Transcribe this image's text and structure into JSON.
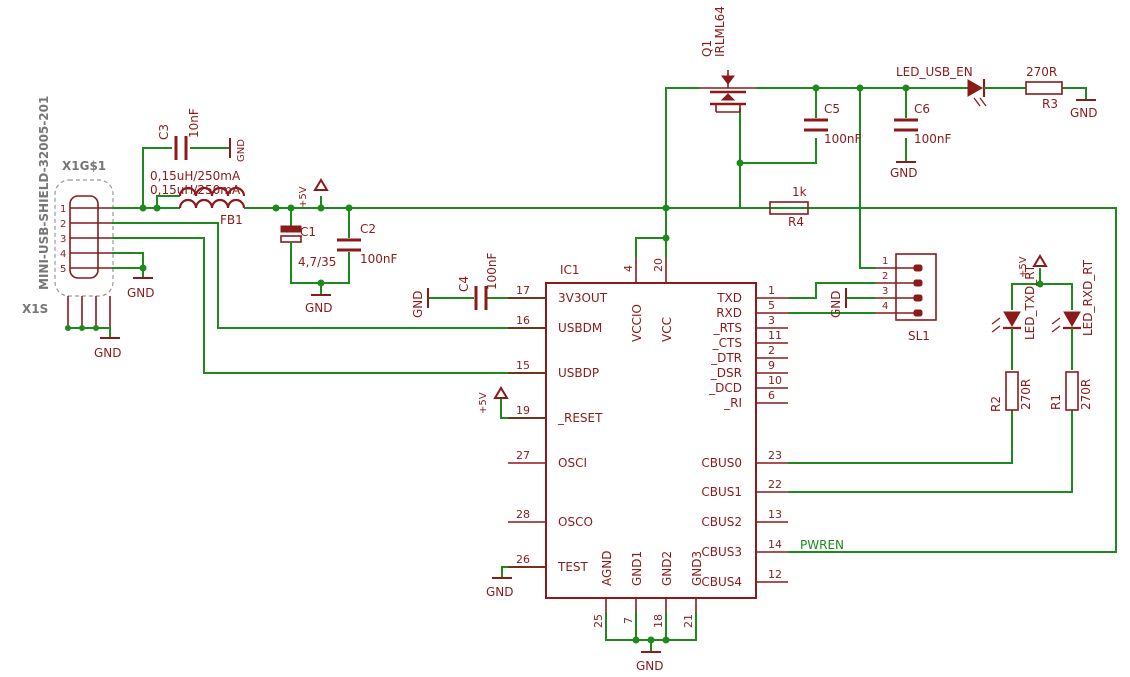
{
  "connector": {
    "name": "X1G$1",
    "part": "MINI-USB-SHIELD-32005-201",
    "shield_name": "X1S",
    "pins": [
      "1",
      "2",
      "3",
      "4",
      "5"
    ]
  },
  "c3": {
    "name": "C3",
    "value": "10nF"
  },
  "fb1": {
    "name": "FB1",
    "value": "0,15uH/250mA",
    "value_overlap": "0,15uH/250mA"
  },
  "c1": {
    "name": "C1",
    "value": "4,7/35"
  },
  "c2": {
    "name": "C2",
    "value": "100nF"
  },
  "c4": {
    "name": "C4",
    "value": "100nF"
  },
  "c5": {
    "name": "C5",
    "value": "100nF"
  },
  "c6": {
    "name": "C6",
    "value": "100nF"
  },
  "q1": {
    "name": "Q1",
    "value": "IRLML64"
  },
  "led_usb": {
    "name": "LED_USB_EN"
  },
  "r3": {
    "name": "R3",
    "value": "270R"
  },
  "r4": {
    "name": "R4",
    "value": "1k"
  },
  "r1": {
    "name": "R1",
    "value": "270R"
  },
  "r2": {
    "name": "R2",
    "value": "270R"
  },
  "led_tx": {
    "name": "LED_TXD_RT"
  },
  "led_rx": {
    "name": "LED_RXD_RT"
  },
  "sl1": {
    "name": "SL1",
    "pins": [
      "1",
      "2",
      "3",
      "4"
    ]
  },
  "supply": {
    "plus5v": "+5V",
    "gnd": "GND"
  },
  "net_label": "PWREN",
  "ic1": {
    "name": "IC1",
    "left_pins": [
      {
        "num": "17",
        "name": "3V3OUT"
      },
      {
        "num": "16",
        "name": "USBDM"
      },
      {
        "num": "15",
        "name": "USBDP"
      },
      {
        "num": "19",
        "name": "_RESET"
      },
      {
        "num": "27",
        "name": "OSCI"
      },
      {
        "num": "28",
        "name": "OSCO"
      },
      {
        "num": "26",
        "name": "TEST"
      }
    ],
    "right_pins": [
      {
        "num": "1",
        "name": "TXD"
      },
      {
        "num": "5",
        "name": "RXD"
      },
      {
        "num": "3",
        "name": "_RTS"
      },
      {
        "num": "11",
        "name": "_CTS"
      },
      {
        "num": "2",
        "name": "_DTR"
      },
      {
        "num": "9",
        "name": "_DSR"
      },
      {
        "num": "10",
        "name": "_DCD"
      },
      {
        "num": "6",
        "name": "_RI"
      },
      {
        "num": "23",
        "name": "CBUS0"
      },
      {
        "num": "22",
        "name": "CBUS1"
      },
      {
        "num": "13",
        "name": "CBUS2"
      },
      {
        "num": "14",
        "name": "CBUS3"
      },
      {
        "num": "12",
        "name": "CBUS4"
      }
    ],
    "top_pins": [
      {
        "num": "4",
        "name": "VCCIO"
      },
      {
        "num": "20",
        "name": "VCC"
      }
    ],
    "bottom_pins": [
      {
        "num": "25",
        "name": "AGND"
      },
      {
        "num": "7",
        "name": "GND1"
      },
      {
        "num": "18",
        "name": "GND2"
      },
      {
        "num": "21",
        "name": "GND3"
      }
    ]
  }
}
